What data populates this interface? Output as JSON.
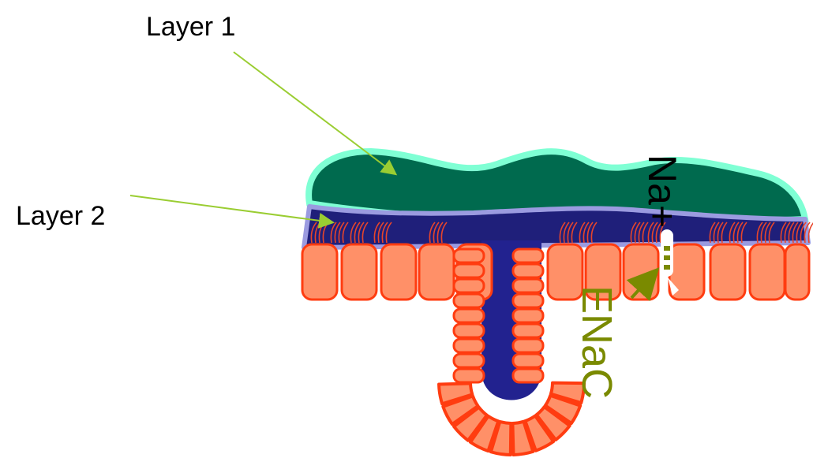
{
  "labels": {
    "layer1": "Layer 1",
    "layer2": "Layer 2",
    "ion": "Na+",
    "channel": "ENaC"
  },
  "colors": {
    "background": "#ffffff",
    "mucus_fill": "#006a4e",
    "mucus_outline": "#7fffd4",
    "periciliary_fill": "#1f1f7a",
    "periciliary_outline": "#9b9be0",
    "cilia": "#e8452a",
    "cell_fill": "#ff9068",
    "cell_outline": "#ff3c10",
    "gland_duct": "#22228f",
    "pointer_arrow": "#9acd32",
    "channel_color": "#7a8a00"
  }
}
